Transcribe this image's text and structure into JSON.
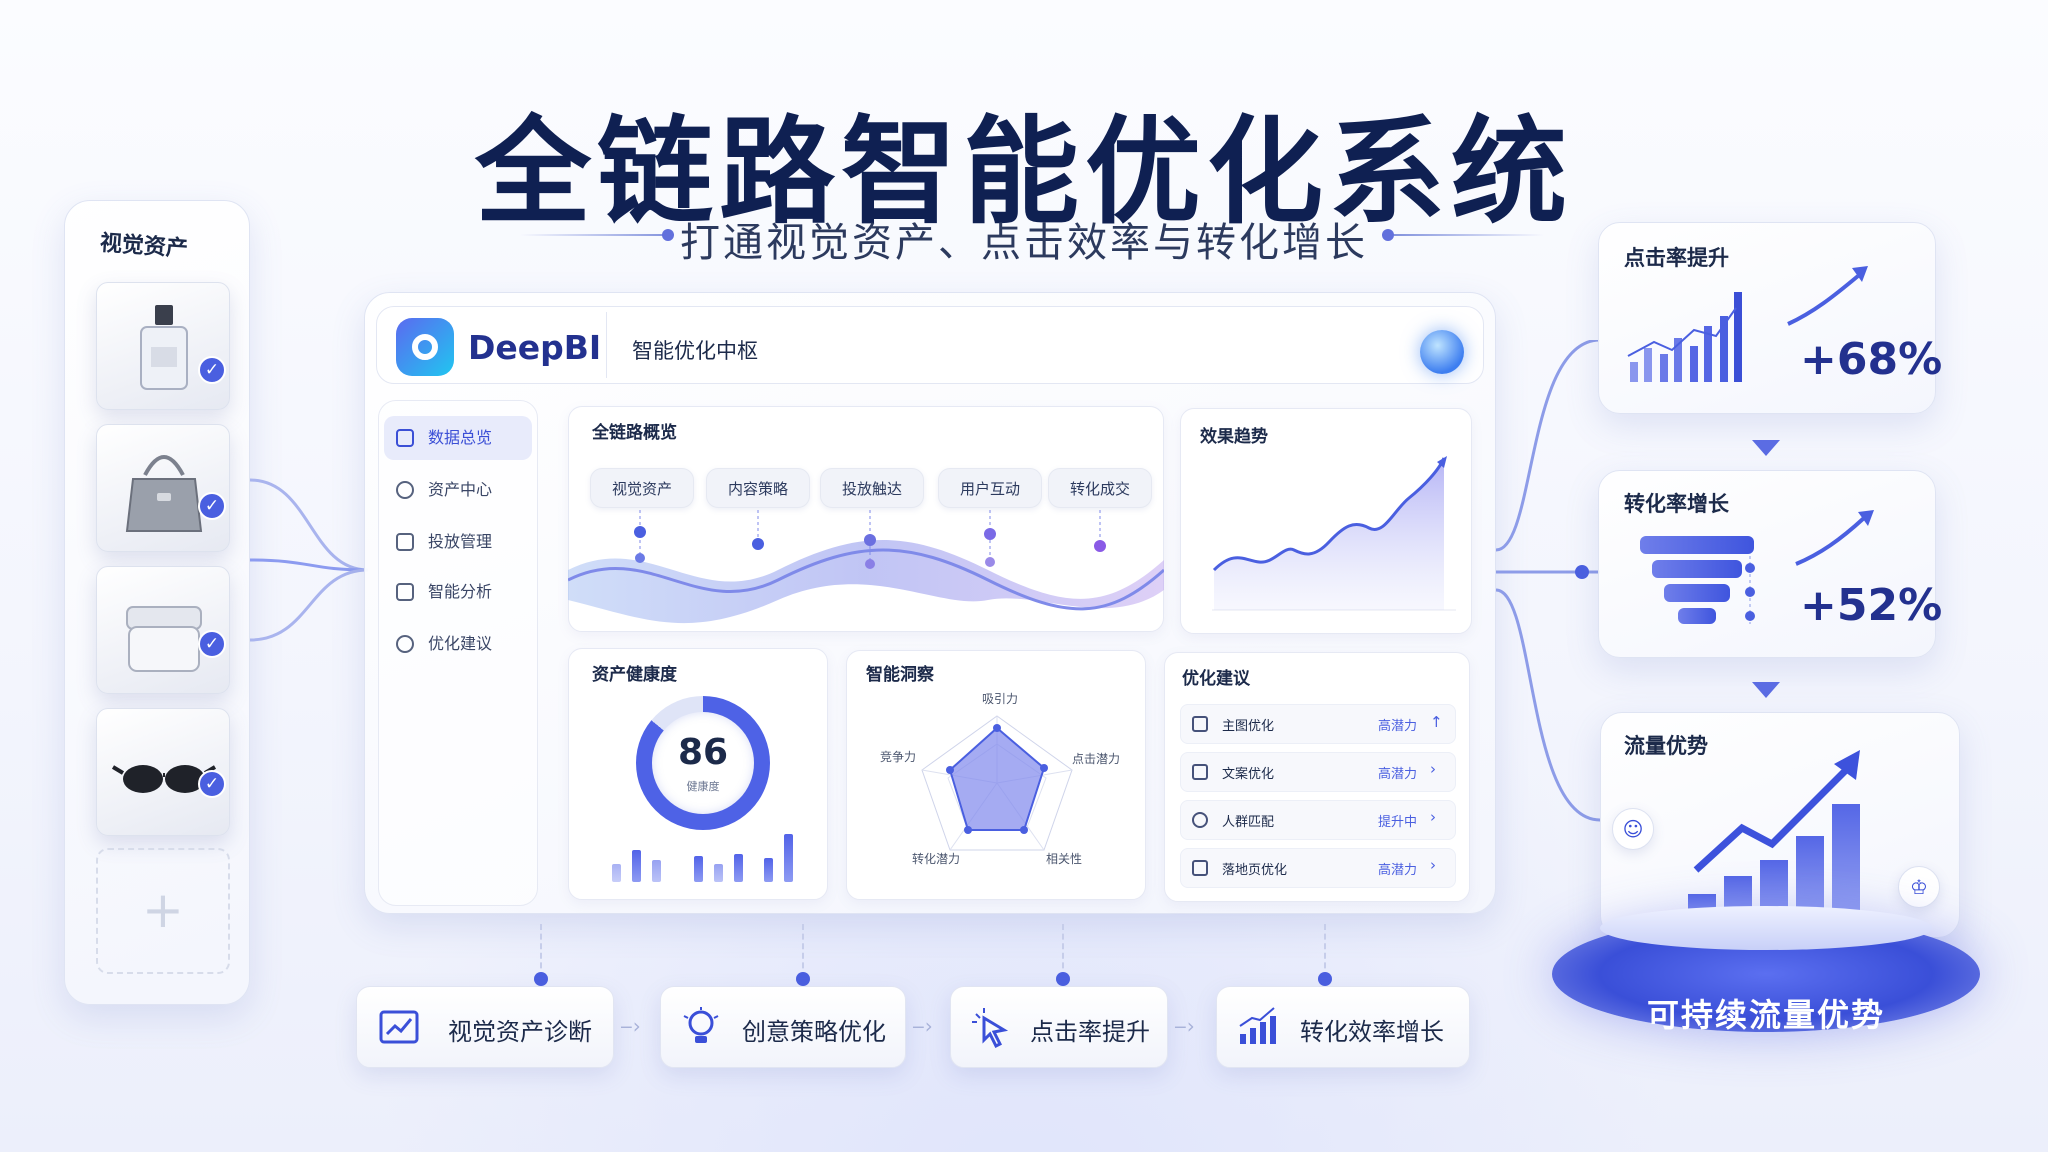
{
  "hero": {
    "title": "全链路智能优化系统",
    "subtitle": "打通视觉资产、点击效率与转化增长"
  },
  "assets_panel": {
    "title": "视觉资产",
    "items": [
      "perfume-bottle",
      "handbag",
      "cream-jar",
      "sunglasses"
    ],
    "add_label": "+"
  },
  "app": {
    "brand": "DeepBI",
    "hub_title": "智能优化中枢"
  },
  "sidebar": {
    "items": [
      {
        "label": "数据总览",
        "active": true
      },
      {
        "label": "资产中心",
        "active": false
      },
      {
        "label": "投放管理",
        "active": false
      },
      {
        "label": "智能分析",
        "active": false
      },
      {
        "label": "优化建议",
        "active": false
      }
    ]
  },
  "overview": {
    "title": "全链路概览",
    "stages": [
      "视觉资产",
      "内容策略",
      "投放触达",
      "用户互动",
      "转化成交"
    ]
  },
  "trend": {
    "title": "效果趋势"
  },
  "health": {
    "title": "资产健康度",
    "score": "86",
    "score_label": "健康度"
  },
  "insight": {
    "title": "智能洞察",
    "axes": [
      "吸引力",
      "点击潜力",
      "相关性",
      "转化潜力",
      "竞争力"
    ]
  },
  "suggestions": {
    "title": "优化建议",
    "items": [
      {
        "label": "主图优化",
        "status": "高潜力",
        "arrow": "↑"
      },
      {
        "label": "文案优化",
        "status": "高潜力",
        "arrow": "›"
      },
      {
        "label": "人群匹配",
        "status": "提升中",
        "arrow": "›"
      },
      {
        "label": "落地页优化",
        "status": "高潜力",
        "arrow": "›"
      }
    ]
  },
  "steps": [
    "视觉资产诊断",
    "创意策略优化",
    "点击率提升",
    "转化效率增长"
  ],
  "metrics": {
    "ctr": {
      "title": "点击率提升",
      "value": "+68%"
    },
    "cvr": {
      "title": "转化率增长",
      "value": "+52%"
    },
    "traffic": {
      "title": "流量优势",
      "badge": "可持续流量优势"
    }
  },
  "colors": {
    "accent": "#4a5fe0",
    "title": "#0f2052",
    "brand": "#23318f"
  }
}
